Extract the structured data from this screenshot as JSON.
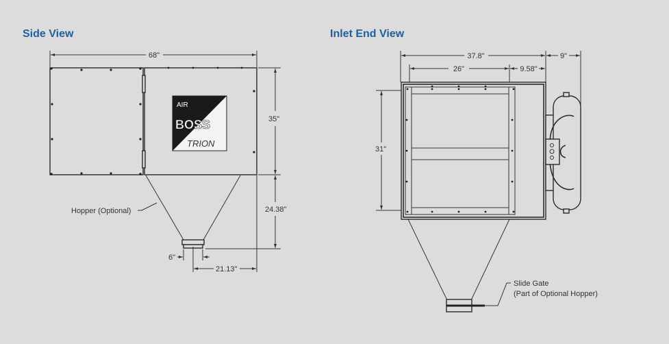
{
  "side_view": {
    "title": "Side View",
    "dim_width": "68\"",
    "dim_height": "35\"",
    "dim_hopper_height": "24.38\"",
    "dim_outlet": "6\"",
    "dim_outlet_offset": "21.13\"",
    "hopper_label": "Hopper (Optional)",
    "logo": {
      "air": "AIR",
      "boss": "BOSS",
      "trion": "TRION"
    }
  },
  "inlet_end_view": {
    "title": "Inlet End View",
    "dim_width": "37.8\"",
    "dim_tank": "9\"",
    "dim_inner_width": "26\"",
    "dim_side": "9.58\"",
    "dim_height": "31\"",
    "slide_gate_label": "Slide Gate",
    "slide_gate_note": "(Part of Optional Hopper)"
  }
}
